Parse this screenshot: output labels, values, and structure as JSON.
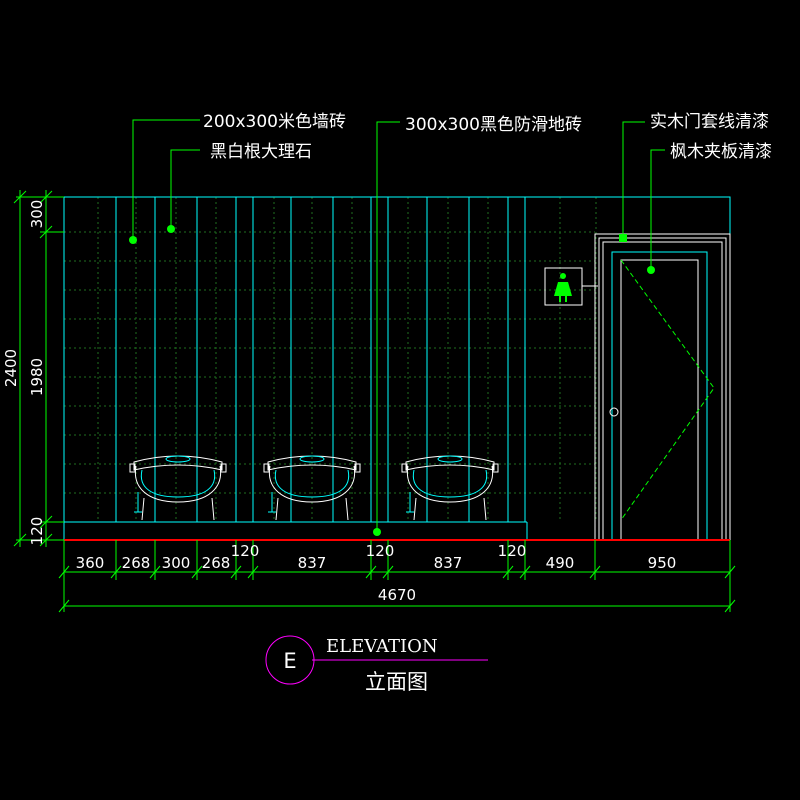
{
  "annotations": {
    "wall_tile": "200x300米色墙砖",
    "marble": "黑白根大理石",
    "floor_tile": "300x300黑色防滑地砖",
    "door_frame": "实木门套线清漆",
    "door_panel": "枫木夹板清漆"
  },
  "dims_bottom": [
    "360",
    "268",
    "300",
    "268",
    "120",
    "837",
    "120",
    "837",
    "120",
    "490",
    "950"
  ],
  "dim_total": "4670",
  "dims_left": {
    "total": "2400",
    "top": "300",
    "middle": "1980",
    "bottom": "120"
  },
  "title": {
    "marker": "E",
    "en": "ELEVATION",
    "cn": "立面图"
  },
  "colors": {
    "background": "#000000",
    "green": "#00ff00",
    "cyan": "#00ffff",
    "magenta": "#ff00ff",
    "red": "#ff0000",
    "white": "#ffffff",
    "grid": "#1f6e1f"
  }
}
